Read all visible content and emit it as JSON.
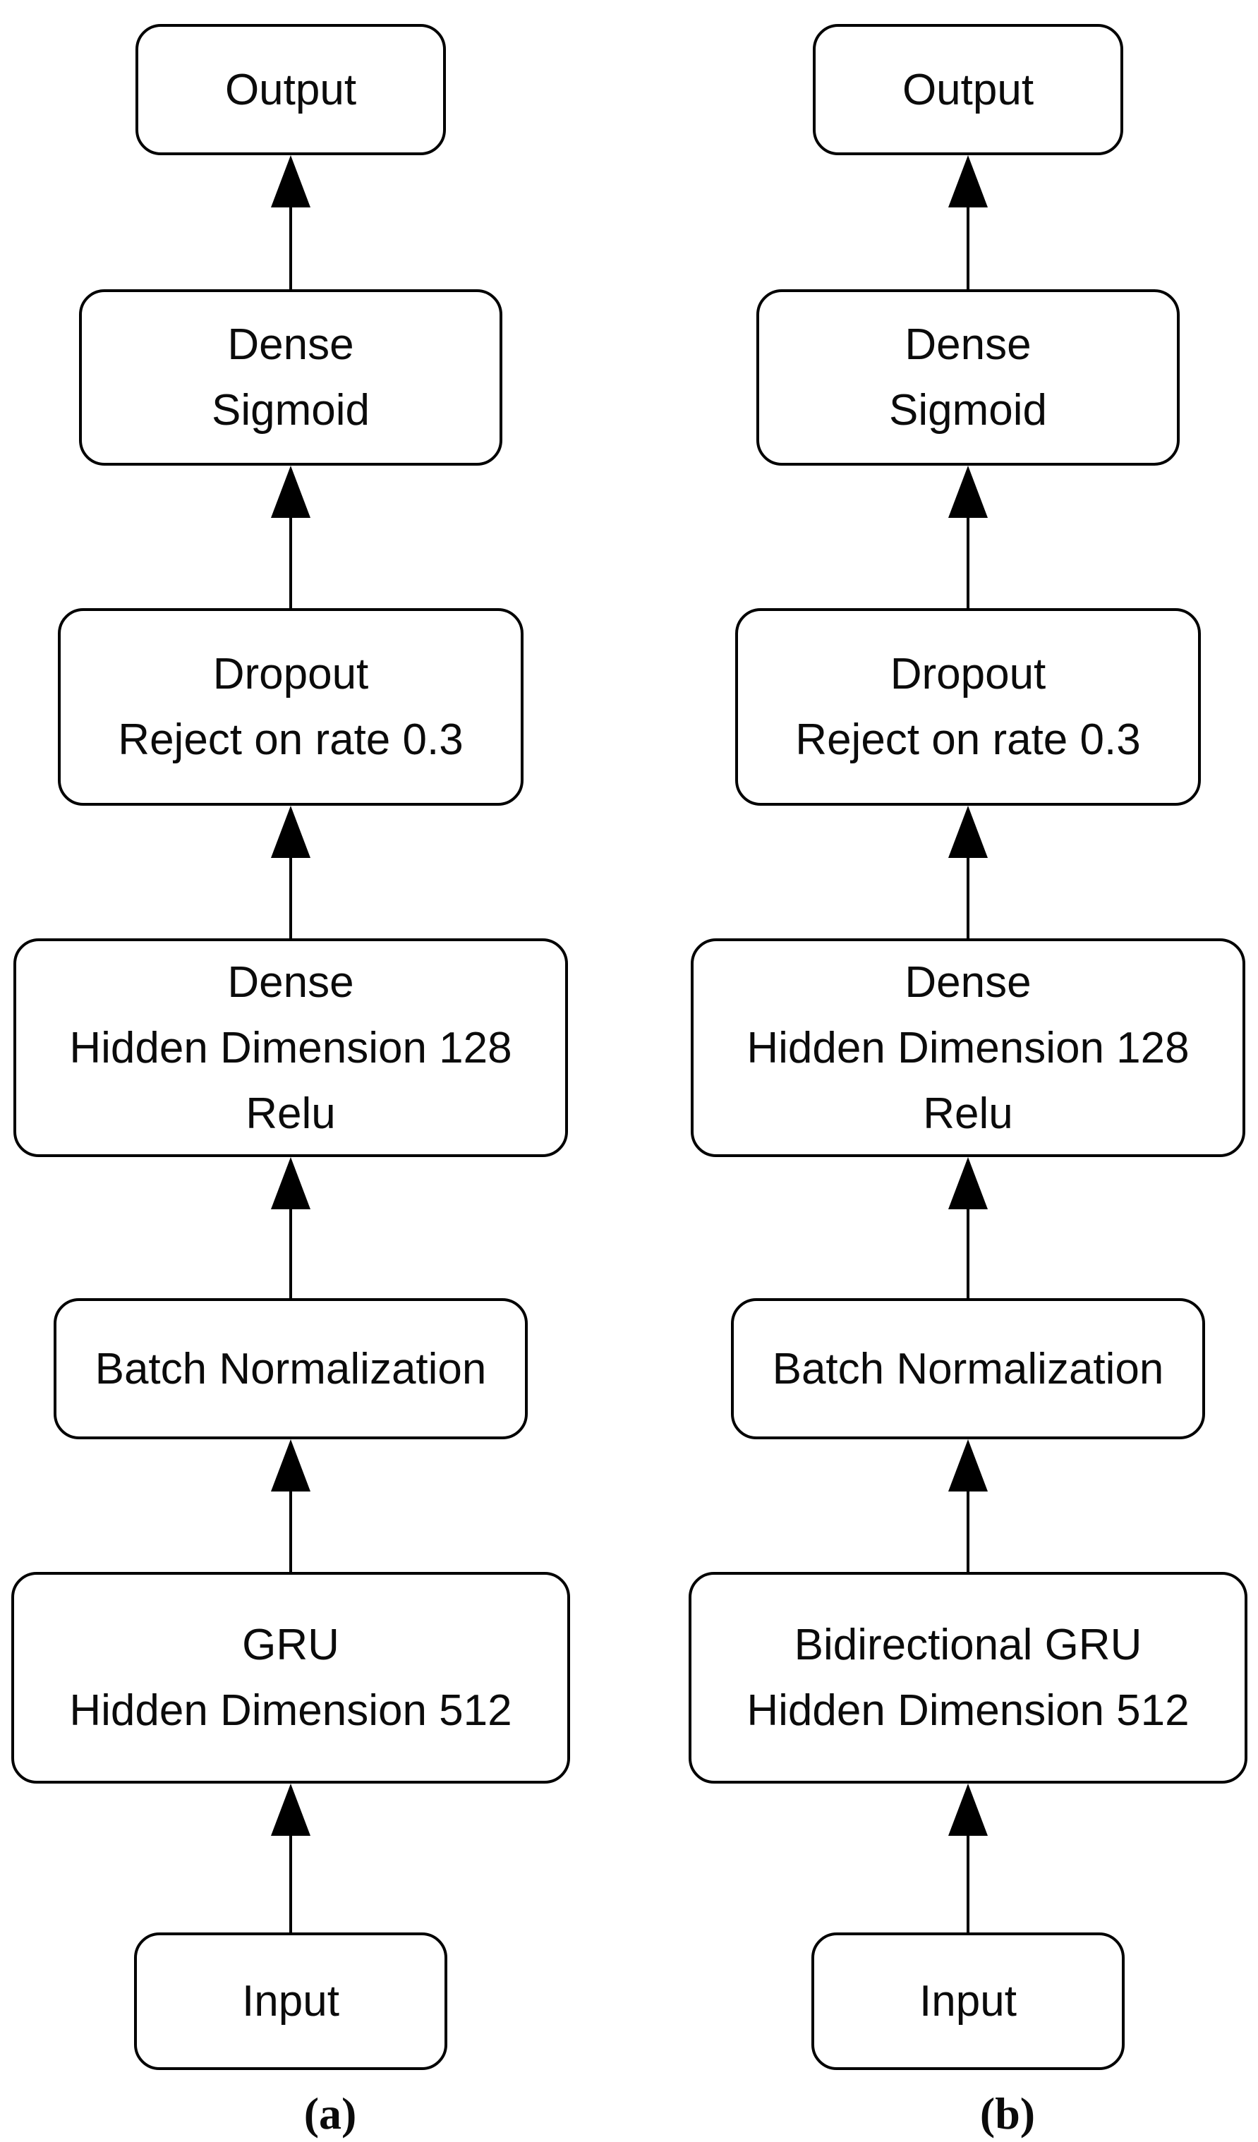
{
  "colors": {
    "stroke": "#000000",
    "fill": "#ffffff",
    "background": "#ffffff",
    "text": "#0b0b0b"
  },
  "columns": [
    {
      "caption": "(a)",
      "boxes": [
        {
          "lines": [
            "Output"
          ]
        },
        {
          "lines": [
            "Dense",
            "Sigmoid"
          ]
        },
        {
          "lines": [
            "Dropout",
            "Reject on rate 0.3"
          ]
        },
        {
          "lines": [
            "Dense",
            "Hidden Dimension 128",
            "Relu"
          ]
        },
        {
          "lines": [
            "Batch Normalization"
          ]
        },
        {
          "lines": [
            "GRU",
            "Hidden Dimension 512"
          ]
        },
        {
          "lines": [
            "Input"
          ]
        }
      ]
    },
    {
      "caption": "(b)",
      "boxes": [
        {
          "lines": [
            "Output"
          ]
        },
        {
          "lines": [
            "Dense",
            "Sigmoid"
          ]
        },
        {
          "lines": [
            "Dropout",
            "Reject on rate 0.3"
          ]
        },
        {
          "lines": [
            "Dense",
            "Hidden Dimension 128",
            "Relu"
          ]
        },
        {
          "lines": [
            "Batch Normalization"
          ]
        },
        {
          "lines": [
            "Bidirectional GRU",
            "Hidden Dimension 512"
          ]
        },
        {
          "lines": [
            "Input"
          ]
        }
      ]
    }
  ]
}
